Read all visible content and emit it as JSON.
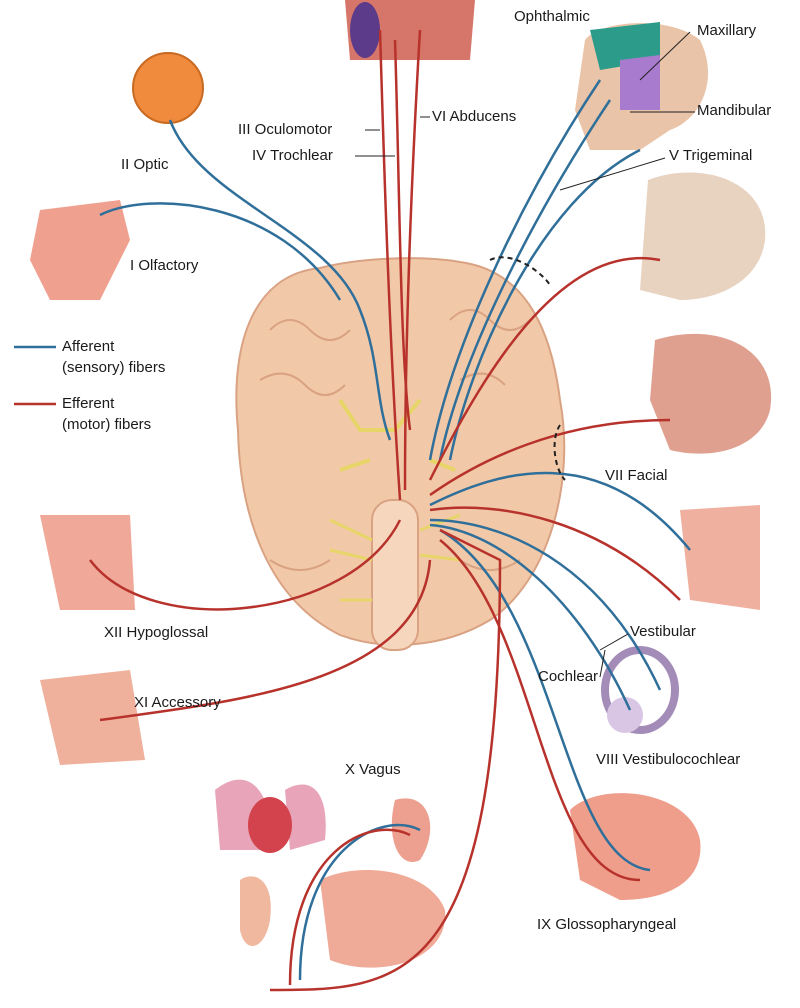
{
  "colors": {
    "afferent": "#2f6f9a",
    "efferent": "#b8322c",
    "brain": "#f2c9a8",
    "organ": "#e58f80"
  },
  "legend": {
    "afferent_line1": "Afferent",
    "afferent_line2": "(sensory) fibers",
    "efferent_line1": "Efferent",
    "efferent_line2": "(motor) fibers"
  },
  "nerves": {
    "olfactory": "I Olfactory",
    "optic": "II Optic",
    "oculomotor": "III Oculomotor",
    "trochlear": "IV Trochlear",
    "trigeminal": "V Trigeminal",
    "abducens": "VI Abducens",
    "facial": "VII Facial",
    "vestibulocochlear": "VIII Vestibulocochlear",
    "glossopharyngeal": "IX Glossopharyngeal",
    "vagus": "X Vagus",
    "accessory": "XI Accessory",
    "hypoglossal": "XII Hypoglossal"
  },
  "branches": {
    "ophthalmic": "Ophthalmic",
    "maxillary": "Maxillary",
    "mandibular": "Mandibular",
    "vestibular": "Vestibular",
    "cochlear": "Cochlear"
  }
}
